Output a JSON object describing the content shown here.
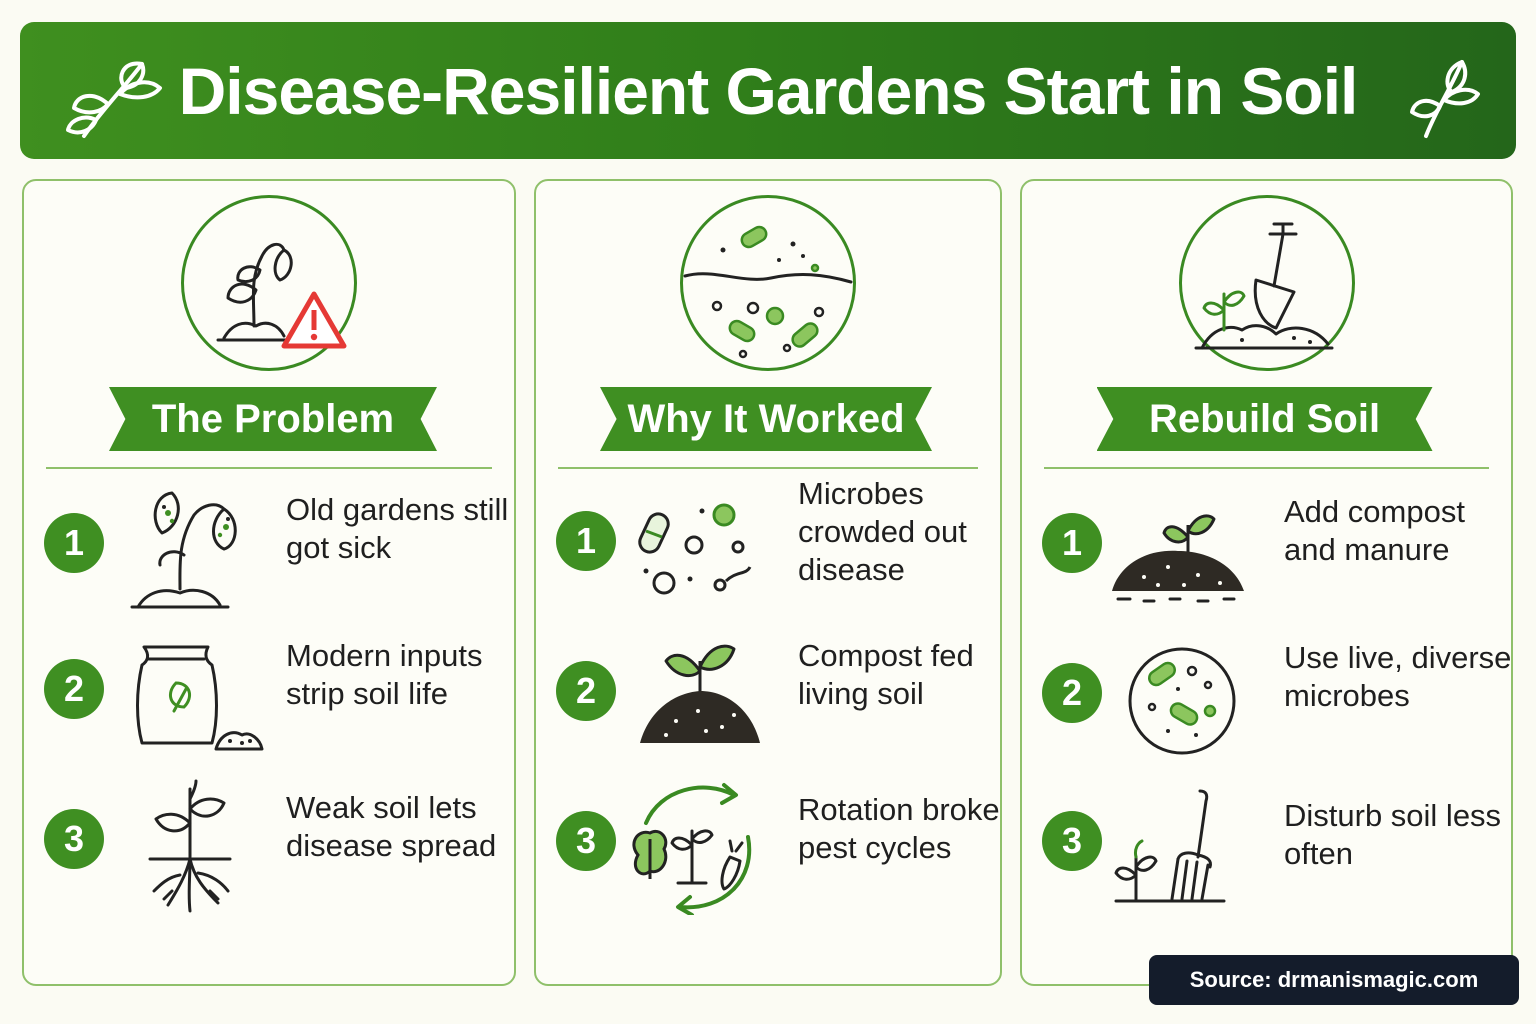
{
  "header": {
    "title": "Disease-Resilient Gardens Start in Soil",
    "left_icon": "leaf-sprig-icon",
    "right_icon": "leaf-sprig-icon"
  },
  "colors": {
    "accent": "#3f8f22",
    "warning": "#e53935",
    "dark": "#141c2b"
  },
  "panels": [
    {
      "title": "The Problem",
      "hero_icon": "wilting-plant-warning-icon",
      "items": [
        {
          "number": "1",
          "text": "Old gardens still got sick",
          "icon": "sick-plant-icon"
        },
        {
          "number": "2",
          "text": "Modern inputs strip soil life",
          "icon": "fertilizer-bag-icon"
        },
        {
          "number": "3",
          "text": "Weak soil lets disease spread",
          "icon": "plant-roots-icon"
        }
      ]
    },
    {
      "title": "Why It Worked",
      "hero_icon": "soil-microbes-icon",
      "items": [
        {
          "number": "1",
          "text": "Microbes crowded out disease",
          "icon": "microbes-icon"
        },
        {
          "number": "2",
          "text": "Compost fed living soil",
          "icon": "compost-sprout-icon"
        },
        {
          "number": "3",
          "text": "Rotation broke pest cycles",
          "icon": "crop-rotation-icon"
        }
      ]
    },
    {
      "title": "Rebuild Soil",
      "hero_icon": "shovel-soil-icon",
      "items": [
        {
          "number": "1",
          "text": "Add compost and manure",
          "icon": "compost-pile-icon"
        },
        {
          "number": "2",
          "text": "Use live, diverse microbes",
          "icon": "petri-dish-icon"
        },
        {
          "number": "3",
          "text": "Disturb soil less often",
          "icon": "garden-fork-icon"
        }
      ]
    }
  ],
  "source": "Source: drmanismagic.com"
}
